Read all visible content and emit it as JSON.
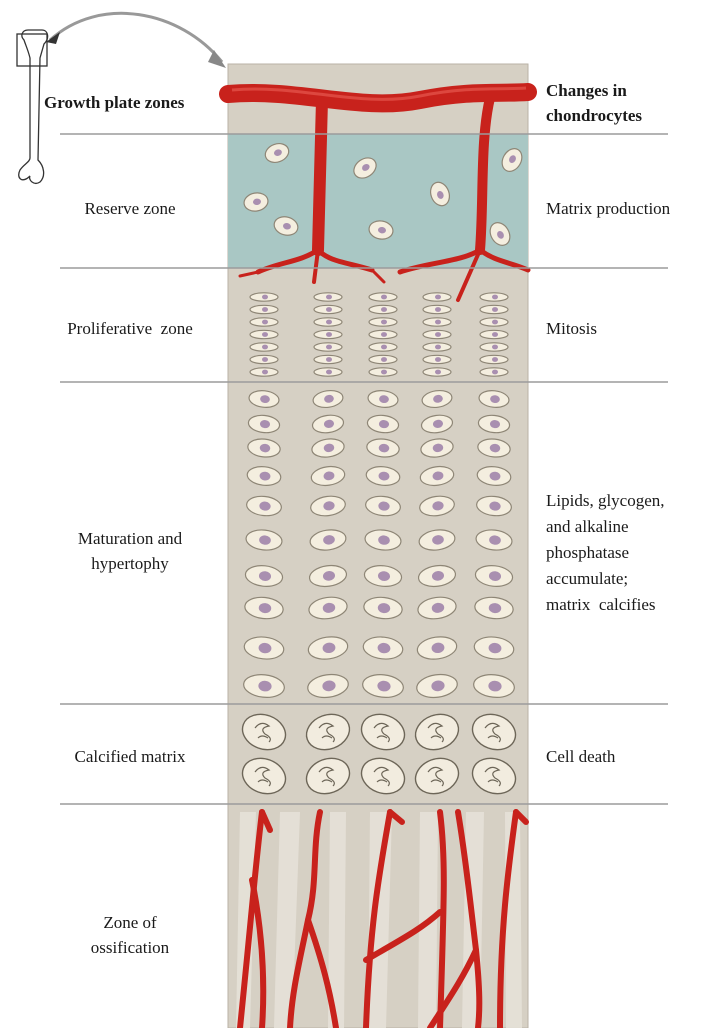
{
  "headers": {
    "left": "Growth plate zones",
    "right_line1": "Changes in",
    "right_line2": "chondrocytes"
  },
  "zones": [
    {
      "name": "Reserve zone",
      "change": "Matrix production"
    },
    {
      "name": "Proliferative  zone",
      "change": "Mitosis"
    },
    {
      "name_line1": "Maturation and",
      "name_line2": "hypertophy",
      "change_lines": [
        "Lipids, glycogen,",
        "and alkaline",
        "phosphatase",
        "accumulate;",
        "matrix  calcifies"
      ]
    },
    {
      "name": "Calcified matrix",
      "change": "Cell death"
    },
    {
      "name_line1": "Zone of",
      "name_line2": "ossification"
    }
  ],
  "colors": {
    "cartilage": "#d6d0c4",
    "reserve_matrix": "#a9c7c4",
    "vessel": "#c8221c",
    "cell_fill": "#f4eedf",
    "nucleus": "#a98fb0",
    "divider": "#9b9b9b"
  }
}
